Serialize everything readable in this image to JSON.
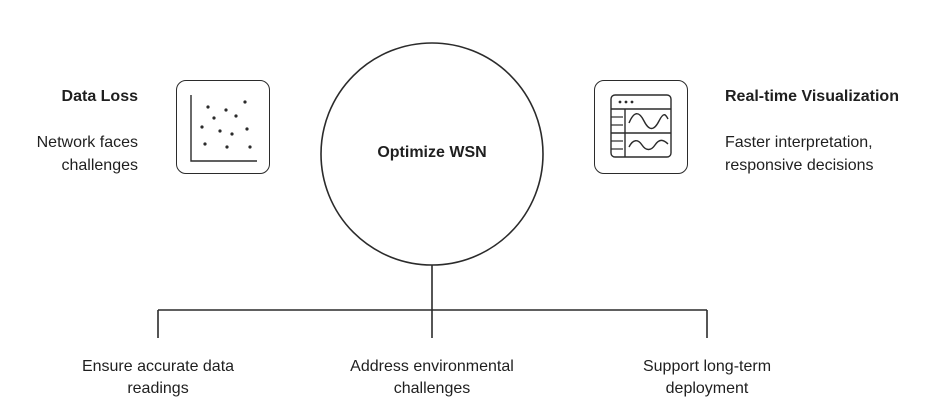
{
  "center": {
    "label": "Optimize WSN"
  },
  "left": {
    "title": "Data Loss",
    "description_lines": [
      "Network faces",
      "challenges"
    ],
    "icon": "scatter-plot-icon"
  },
  "right": {
    "title": "Real-time Visualization",
    "description_lines": [
      "Faster interpretation,",
      "responsive decisions"
    ],
    "icon": "dashboard-waves-icon"
  },
  "bottom": [
    {
      "lines": [
        "Ensure accurate data",
        "readings"
      ]
    },
    {
      "lines": [
        "Address environmental",
        "challenges"
      ]
    },
    {
      "lines": [
        "Support long-term",
        "deployment"
      ]
    }
  ],
  "colors": {
    "stroke": "#2b2b2b",
    "text": "#1f1f1f",
    "background": "#ffffff"
  }
}
